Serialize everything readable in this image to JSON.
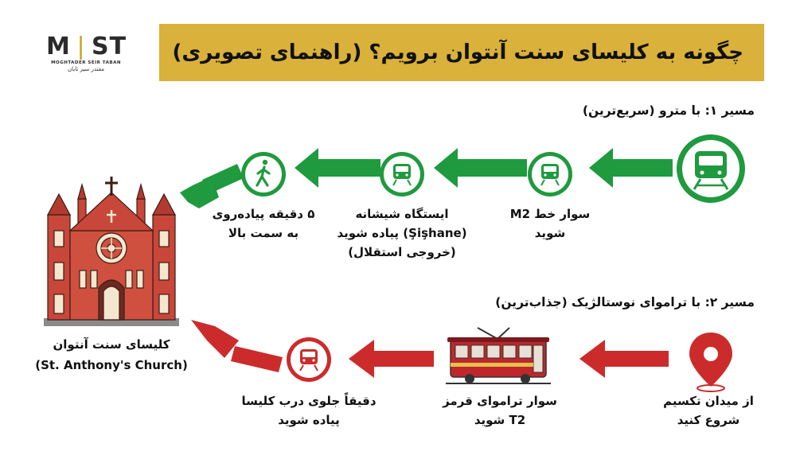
{
  "logo": {
    "mark_left": "M",
    "mark_mid": "S",
    "mark_right": "T",
    "sub_en": "MOGHTADER SEIR TABAN",
    "sub_fa": "مقتدر سیر تابان"
  },
  "title": "چگونه به کلیسای سنت آنتوان برویم؟ (راهنمای تصویری)",
  "church": {
    "name_fa": "کلیسای سنت آنتوان",
    "name_en": "(St. Anthony's Church)"
  },
  "route1": {
    "title": "مسیر ۱: با مترو (سریع‌ترین)",
    "color": "#1f9a3e",
    "steps": [
      {
        "icon": "metro-train-icon",
        "lines": []
      },
      {
        "icon": "metro-train-icon",
        "lines": [
          "سوار خط M2",
          "شوید"
        ]
      },
      {
        "icon": "metro-train-icon",
        "lines": [
          "ایستگاه شیشانه",
          "(Şişhane) پیاده شوید",
          "(خروجی استقلال)"
        ]
      },
      {
        "icon": "walking-person-icon",
        "lines": [
          "۵ دقیقه پیاده‌روی",
          "به سمت بالا"
        ]
      }
    ]
  },
  "route2": {
    "title": "مسیر ۲: با ترامواى نوستالژیک (جذاب‌ترین)",
    "color": "#cc2b2b",
    "steps": [
      {
        "icon": "location-pin-icon",
        "lines": [
          "از میدان تکسیم",
          "شروع کنید"
        ]
      },
      {
        "icon": "red-tram-icon",
        "lines": [
          "سوار ترامواى قرمز",
          "T2 شوید"
        ]
      },
      {
        "icon": "metro-train-icon",
        "lines": [
          "دقیقاً جلوی درب کلیسا",
          "پیاده شوید"
        ]
      }
    ]
  }
}
